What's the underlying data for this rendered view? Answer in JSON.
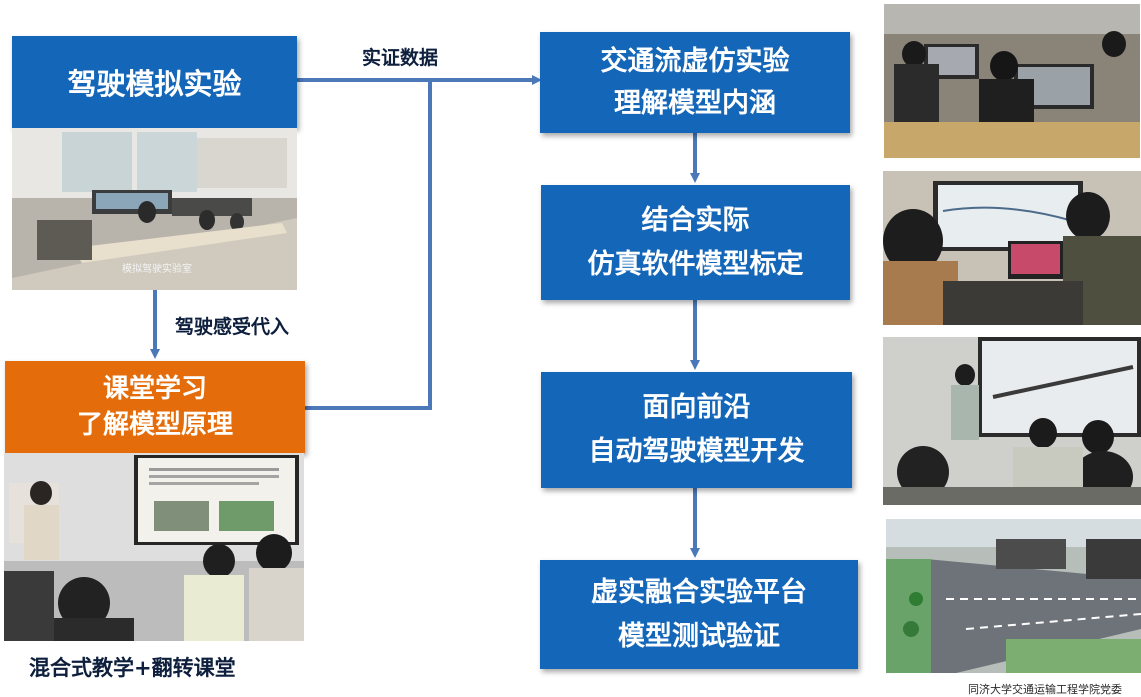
{
  "left": {
    "sim_box": {
      "line1": "驾驶模拟实验"
    },
    "sim_photo_caption": "模拟驾驶实验室",
    "arrow_down_label": "驾驶感受代入",
    "class_box": {
      "line1": "课堂学习",
      "line2": "了解模型原理"
    },
    "bottom_caption": "混合式教学+翻转课堂"
  },
  "top_arrow_label": "实证数据",
  "flow": [
    {
      "line1": "交通流虚仿实验",
      "line2": "理解模型内涵"
    },
    {
      "line1": "结合实际",
      "line2": "仿真软件模型标定"
    },
    {
      "line1": "面向前沿",
      "line2": "自动驾驶模型开发"
    },
    {
      "line1": "虚实融合实验平台",
      "line2": "模型测试验证"
    }
  ],
  "footer_credit": "同济大学交通运输工程学院党委",
  "colors": {
    "blue": "#1466b8",
    "orange": "#e46c0a",
    "arrow": "#4a78b8"
  }
}
